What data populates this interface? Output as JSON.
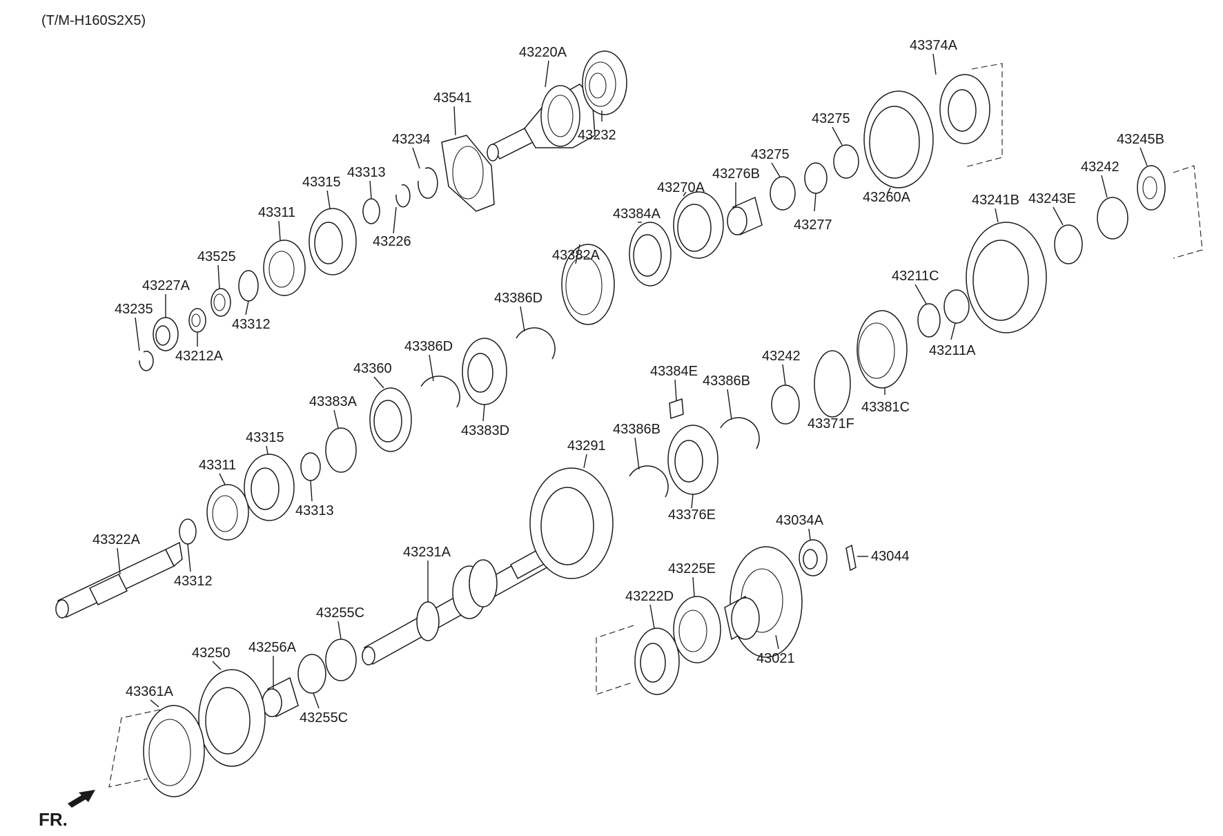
{
  "header": {
    "model_code": "(T/M-H160S2X5)"
  },
  "direction": {
    "label": "FR."
  },
  "colors": {
    "line": "#1a1a1a",
    "background": "#ffffff"
  },
  "parts": [
    {
      "id": "p-43220A",
      "number": "43220A"
    },
    {
      "id": "p-43232",
      "number": "43232"
    },
    {
      "id": "p-43541",
      "number": "43541"
    },
    {
      "id": "p-43234",
      "number": "43234"
    },
    {
      "id": "p-43313a",
      "number": "43313"
    },
    {
      "id": "p-43315a",
      "number": "43315"
    },
    {
      "id": "p-43226",
      "number": "43226"
    },
    {
      "id": "p-43311a",
      "number": "43311"
    },
    {
      "id": "p-43525",
      "number": "43525"
    },
    {
      "id": "p-43227A",
      "number": "43227A"
    },
    {
      "id": "p-43312a",
      "number": "43312"
    },
    {
      "id": "p-43235",
      "number": "43235"
    },
    {
      "id": "p-43212A",
      "number": "43212A"
    },
    {
      "id": "p-43374A",
      "number": "43374A"
    },
    {
      "id": "p-43275a",
      "number": "43275"
    },
    {
      "id": "p-43275b",
      "number": "43275"
    },
    {
      "id": "p-43276B",
      "number": "43276B"
    },
    {
      "id": "p-43270A",
      "number": "43270A"
    },
    {
      "id": "p-43260A",
      "number": "43260A"
    },
    {
      "id": "p-43277",
      "number": "43277"
    },
    {
      "id": "p-43245B",
      "number": "43245B"
    },
    {
      "id": "p-43242a",
      "number": "43242"
    },
    {
      "id": "p-43241B",
      "number": "43241B"
    },
    {
      "id": "p-43243E",
      "number": "43243E"
    },
    {
      "id": "p-43384A",
      "number": "43384A"
    },
    {
      "id": "p-43382A",
      "number": "43382A"
    },
    {
      "id": "p-43386Da",
      "number": "43386D"
    },
    {
      "id": "p-43211C",
      "number": "43211C"
    },
    {
      "id": "p-43211A",
      "number": "43211A"
    },
    {
      "id": "p-43386Db",
      "number": "43386D"
    },
    {
      "id": "p-43360",
      "number": "43360"
    },
    {
      "id": "p-43383D",
      "number": "43383D"
    },
    {
      "id": "p-43383A",
      "number": "43383A"
    },
    {
      "id": "p-43384E",
      "number": "43384E"
    },
    {
      "id": "p-43386Ba",
      "number": "43386B"
    },
    {
      "id": "p-43242b",
      "number": "43242"
    },
    {
      "id": "p-43381C",
      "number": "43381C"
    },
    {
      "id": "p-43371F",
      "number": "43371F"
    },
    {
      "id": "p-43315b",
      "number": "43315"
    },
    {
      "id": "p-43311b",
      "number": "43311"
    },
    {
      "id": "p-43313b",
      "number": "43313"
    },
    {
      "id": "p-43291",
      "number": "43291"
    },
    {
      "id": "p-43386Bb",
      "number": "43386B"
    },
    {
      "id": "p-43376E",
      "number": "43376E"
    },
    {
      "id": "p-43322A",
      "number": "43322A"
    },
    {
      "id": "p-43312b",
      "number": "43312"
    },
    {
      "id": "p-43231A",
      "number": "43231A"
    },
    {
      "id": "p-43034A",
      "number": "43034A"
    },
    {
      "id": "p-43044",
      "number": "43044"
    },
    {
      "id": "p-43225E",
      "number": "43225E"
    },
    {
      "id": "p-43222D",
      "number": "43222D"
    },
    {
      "id": "p-43021",
      "number": "43021"
    },
    {
      "id": "p-43255Ca",
      "number": "43255C"
    },
    {
      "id": "p-43256A",
      "number": "43256A"
    },
    {
      "id": "p-43250",
      "number": "43250"
    },
    {
      "id": "p-43255Cb",
      "number": "43255C"
    },
    {
      "id": "p-43361A",
      "number": "43361A"
    }
  ]
}
